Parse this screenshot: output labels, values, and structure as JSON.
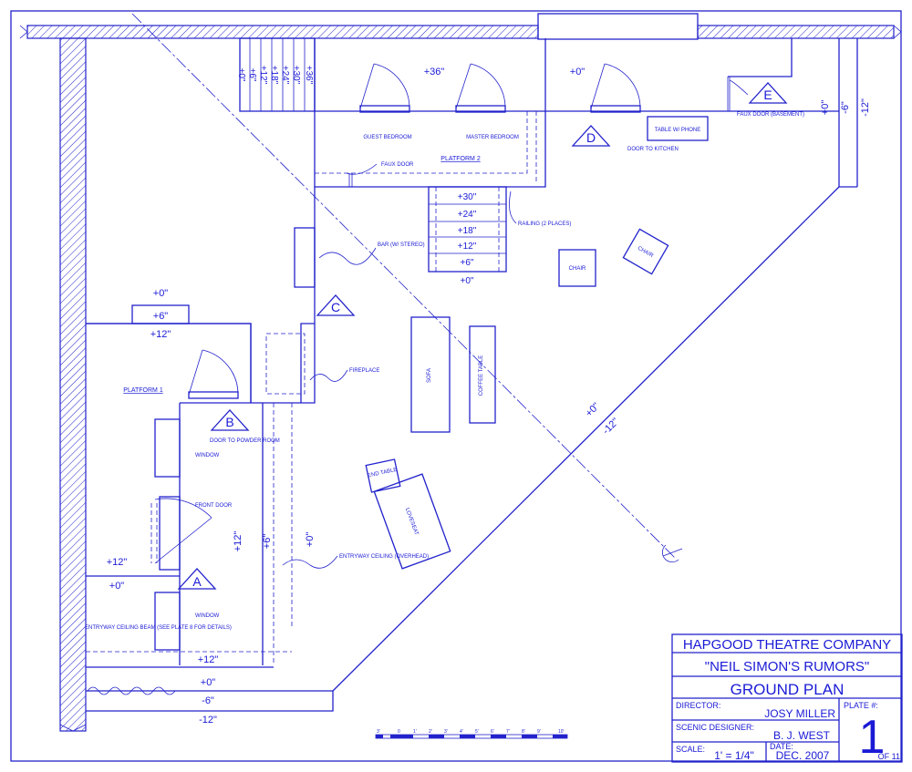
{
  "colors": {
    "line": "#2222cc",
    "text": "#1a1ad6",
    "background": "#ffffff"
  },
  "title_block": {
    "company": "HAPGOOD THEATRE COMPANY",
    "show": "\"NEIL SIMON'S RUMORS\"",
    "drawing": "GROUND PLAN",
    "director_label": "DIRECTOR:",
    "director": "JOSY MILLER",
    "plate_label": "PLATE #:",
    "plate_number": "1",
    "plate_of": "OF 11",
    "designer_label": "SCENIC DESIGNER:",
    "designer": "B. J. WEST",
    "scale_label": "SCALE:",
    "scale": "1' = 1/4\"",
    "date_label": "DATE:",
    "date": "DEC. 2007"
  },
  "scale_bar": {
    "labels": [
      "3'",
      "0",
      "1'",
      "2'",
      "3'",
      "4'",
      "5'",
      "6'",
      "7'",
      "8'",
      "9'",
      "10'"
    ]
  },
  "platforms": {
    "p1": "PLATFORM 1",
    "p2": "PLATFORM 2"
  },
  "doors": {
    "guest": "GUEST BEDROOM",
    "master": "MASTER BEDROOM",
    "kitchen": "DOOR TO KITCHEN",
    "powder": "DOOR TO POWDER ROOM",
    "front": "FRONT DOOR",
    "faux_upper": "FAUX DOOR",
    "faux_basement": "FAUX DOOR (BASEMENT)"
  },
  "labels": {
    "bar": "BAR (W/ STEREO)",
    "fireplace": "FIREPLACE",
    "railing": "RAILING (2 PLACES)",
    "window_upper": "WINDOW",
    "window_lower": "WINDOW",
    "entry_ceiling": "ENTRYWAY CEILING (OVERHEAD)",
    "entry_beam": "ENTRYWAY CEILING BEAM (SEE PLATE 8 FOR DETAILS)"
  },
  "furniture": {
    "table_phone": "TABLE W/ PHONE",
    "chair1": "CHAIR",
    "chair2": "CHAIR",
    "sofa": "SOFA",
    "coffee_table": "COFFEE TABLE",
    "end_table": "END TABLE",
    "loveseat": "LOVESEAT"
  },
  "markers": [
    "A",
    "B",
    "C",
    "D",
    "E"
  ],
  "elevations": {
    "upper_stair": [
      "+0\"",
      "+6\"",
      "+12\"",
      "+18\"",
      "+24\"",
      "+30\"",
      "+36\""
    ],
    "platform2": "+36\"",
    "kitchen_area": "+0\"",
    "right_wall": [
      "+0\"",
      "-6\"",
      "-12\""
    ],
    "center_stair": [
      "+30\"",
      "+24\"",
      "+18\"",
      "+12\"",
      "+6\"",
      "+0\""
    ],
    "step_top": "+0\"",
    "step_mid": "+6\"",
    "step_bottom": "+12\"",
    "entry_vertical": [
      "+12\"",
      "+6\"",
      "+0\""
    ],
    "entry_left": [
      "+12\"",
      "+0\""
    ],
    "entry_bottom": "+12\"",
    "apron": [
      "+0\"",
      "-6\"",
      "-12\""
    ],
    "diagonal": [
      "+0\"",
      "-12\""
    ]
  }
}
